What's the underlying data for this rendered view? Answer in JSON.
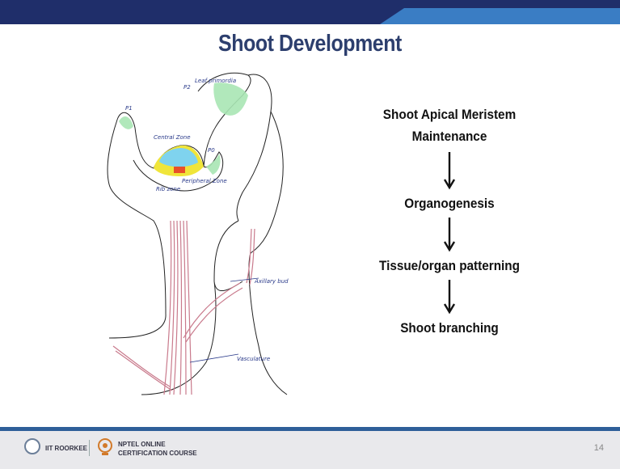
{
  "slide": {
    "title": "Shoot Development",
    "page_number": "14"
  },
  "diagram": {
    "labels": {
      "p1": "P1",
      "p2": "P2",
      "p0": "P0",
      "leaf_primordia": "Leaf primordia",
      "central_zone": "Central Zone",
      "peripheral_zone": "Peripheral Zone",
      "rib_zone": "Rib zone",
      "axillary_bud": "Axillary bud",
      "vasculature": "Vasculature"
    },
    "colors": {
      "central_zone": "#7fd3ee",
      "peripheral_zone": "#f0e53a",
      "rib_zone": "#e8502a",
      "primordia": "#a8e6b4",
      "vasculature": "#c97a8c"
    }
  },
  "flow": {
    "steps": [
      "Shoot Apical Meristem Maintenance",
      "Organogenesis",
      "Tissue/organ patterning",
      "Shoot branching"
    ]
  },
  "footer": {
    "institute": "IIT ROORKEE",
    "course_line1": "NPTEL ONLINE",
    "course_line2": "CERTIFICATION COURSE"
  }
}
